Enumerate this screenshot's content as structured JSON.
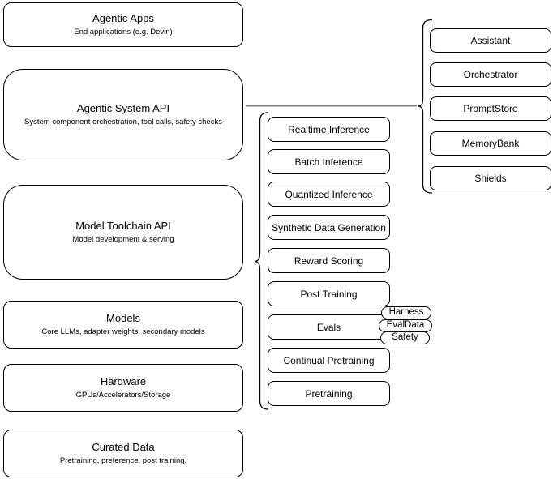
{
  "colors": {
    "background": "#ffffff",
    "box_border": "#000000",
    "text": "#000000",
    "connector_line": "#808080"
  },
  "left_stack": [
    {
      "title": "Agentic Apps",
      "subtitle": "End applications (e.g. Devin)"
    },
    {
      "title": "Agentic System API",
      "subtitle": "System component orchestration, tool calls, safety checks"
    },
    {
      "title": "Model Toolchain API",
      "subtitle": "Model development & serving"
    },
    {
      "title": "Models",
      "subtitle": "Core LLMs, adapter weights, secondary models"
    },
    {
      "title": "Hardware",
      "subtitle": "GPUs/Accelerators/Storage"
    },
    {
      "title": "Curated Data",
      "subtitle": "Pretraining, preference, post training."
    }
  ],
  "toolchain_stack": [
    "Realtime Inference",
    "Batch Inference",
    "Quantized Inference",
    "Synthetic Data Generation",
    "Reward Scoring",
    "Post Training",
    "Evals",
    "Continual Pretraining",
    "Pretraining"
  ],
  "eval_tags": [
    "Harness",
    "EvalData",
    "Safety"
  ],
  "system_components": [
    "Assistant",
    "Orchestrator",
    "PromptStore",
    "MemoryBank",
    "Shields"
  ]
}
